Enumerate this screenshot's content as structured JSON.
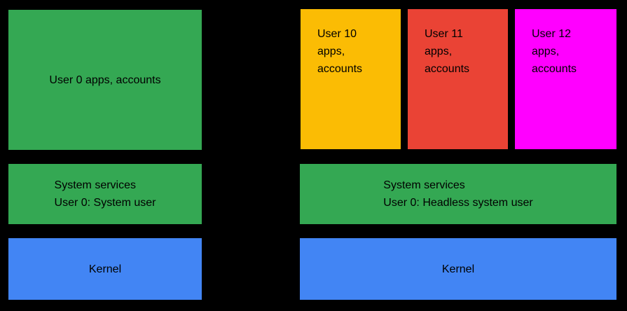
{
  "diagram": {
    "background_color": "#000000",
    "text_color": "#000000",
    "colors": {
      "green": "#34A853",
      "yellow": "#FBBC04",
      "red": "#EA4335",
      "magenta": "#FF00FF",
      "blue": "#4285F4"
    },
    "left_stack": {
      "apps": {
        "label": "User 0 apps, accounts",
        "color": "#34A853"
      },
      "services": {
        "label": "System services\nUser 0: System user",
        "color": "#34A853"
      },
      "kernel": {
        "label": "Kernel",
        "color": "#4285F4"
      }
    },
    "right_stack": {
      "apps": [
        {
          "label": "User 10\napps,\naccounts",
          "color": "#FBBC04"
        },
        {
          "label": "User 11\napps,\naccounts",
          "color": "#EA4335"
        },
        {
          "label": "User 12\napps,\naccounts",
          "color": "#FF00FF"
        }
      ],
      "services": {
        "label": "System services\nUser 0: Headless system user",
        "color": "#34A853"
      },
      "kernel": {
        "label": "Kernel",
        "color": "#4285F4"
      }
    }
  }
}
